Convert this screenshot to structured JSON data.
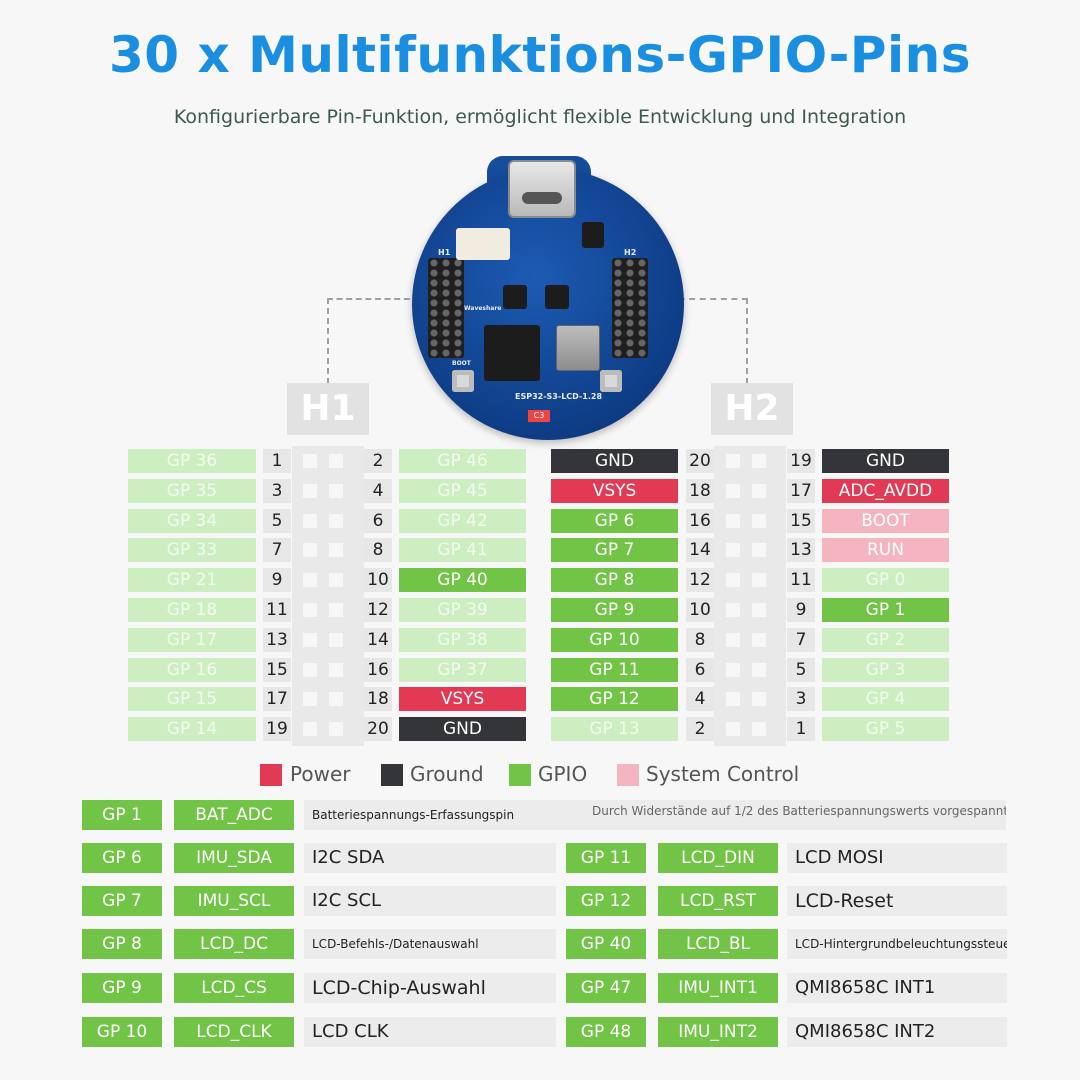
{
  "title": "30 x Multifunktions-GPIO-Pins",
  "subtitle": "Konfigurierbare Pin-Funktion, ermöglicht flexible Entwicklung und Integration",
  "board": {
    "silk_h1": "H1",
    "silk_h2": "H2",
    "silk_brand": "Waveshare",
    "silk_model": "ESP32-S3-LCD-1.28",
    "silk_boot": "BOOT",
    "silk_c3": "C3"
  },
  "headers": {
    "h1": "H1",
    "h2": "H2"
  },
  "colors": {
    "power": "#e23a55",
    "ground": "#333538",
    "gpio": "#72c447",
    "gpio_inactive": "#cdeec0",
    "system_control": "#f4b5c0",
    "title": "#1a8ee0"
  },
  "h1_rows": [
    {
      "left": "GP 36",
      "lnum": "1",
      "rnum": "2",
      "right": "GP 46",
      "ltype": "gpio-light",
      "rtype": "gpio-light"
    },
    {
      "left": "GP 35",
      "lnum": "3",
      "rnum": "4",
      "right": "GP 45",
      "ltype": "gpio-light",
      "rtype": "gpio-light"
    },
    {
      "left": "GP 34",
      "lnum": "5",
      "rnum": "6",
      "right": "GP 42",
      "ltype": "gpio-light",
      "rtype": "gpio-light"
    },
    {
      "left": "GP 33",
      "lnum": "7",
      "rnum": "8",
      "right": "GP 41",
      "ltype": "gpio-light",
      "rtype": "gpio-light"
    },
    {
      "left": "GP 21",
      "lnum": "9",
      "rnum": "10",
      "right": "GP 40",
      "ltype": "gpio-light",
      "rtype": "gpio"
    },
    {
      "left": "GP 18",
      "lnum": "11",
      "rnum": "12",
      "right": "GP 39",
      "ltype": "gpio-light",
      "rtype": "gpio-light"
    },
    {
      "left": "GP 17",
      "lnum": "13",
      "rnum": "14",
      "right": "GP 38",
      "ltype": "gpio-light",
      "rtype": "gpio-light"
    },
    {
      "left": "GP 16",
      "lnum": "15",
      "rnum": "16",
      "right": "GP 37",
      "ltype": "gpio-light",
      "rtype": "gpio-light"
    },
    {
      "left": "GP 15",
      "lnum": "17",
      "rnum": "18",
      "right": "VSYS",
      "ltype": "gpio-light",
      "rtype": "power"
    },
    {
      "left": "GP 14",
      "lnum": "19",
      "rnum": "20",
      "right": "GND",
      "ltype": "gpio-light",
      "rtype": "ground"
    }
  ],
  "h2_rows": [
    {
      "left": "GND",
      "lnum": "20",
      "rnum": "19",
      "right": "GND",
      "ltype": "ground",
      "rtype": "ground"
    },
    {
      "left": "VSYS",
      "lnum": "18",
      "rnum": "17",
      "right": "ADC_AVDD",
      "ltype": "power",
      "rtype": "power"
    },
    {
      "left": "GP 6",
      "lnum": "16",
      "rnum": "15",
      "right": "BOOT",
      "ltype": "gpio",
      "rtype": "sysctl"
    },
    {
      "left": "GP 7",
      "lnum": "14",
      "rnum": "13",
      "right": "RUN",
      "ltype": "gpio",
      "rtype": "sysctl"
    },
    {
      "left": "GP 8",
      "lnum": "12",
      "rnum": "11",
      "right": "GP 0",
      "ltype": "gpio",
      "rtype": "gpio-light"
    },
    {
      "left": "GP 9",
      "lnum": "10",
      "rnum": "9",
      "right": "GP 1",
      "ltype": "gpio",
      "rtype": "gpio"
    },
    {
      "left": "GP 10",
      "lnum": "8",
      "rnum": "7",
      "right": "GP 2",
      "ltype": "gpio",
      "rtype": "gpio-light"
    },
    {
      "left": "GP 11",
      "lnum": "6",
      "rnum": "5",
      "right": "GP 3",
      "ltype": "gpio",
      "rtype": "gpio-light"
    },
    {
      "left": "GP 12",
      "lnum": "4",
      "rnum": "3",
      "right": "GP 4",
      "ltype": "gpio",
      "rtype": "gpio-light"
    },
    {
      "left": "GP 13",
      "lnum": "2",
      "rnum": "1",
      "right": "GP 5",
      "ltype": "gpio-light",
      "rtype": "gpio-light"
    }
  ],
  "legend": {
    "power": "Power",
    "ground": "Ground",
    "gpio": "GPIO",
    "system_control": "System Control"
  },
  "functions": {
    "row0": {
      "pin": "GP 1",
      "func": "BAT_ADC",
      "desc": "Batteriespannungs-Erfassungspin",
      "note": "Durch Widerstände auf 1/2 des Batteriespannungswerts vorgespannt"
    },
    "left": [
      {
        "pin": "GP 6",
        "func": "IMU_SDA",
        "desc": "I2C SDA"
      },
      {
        "pin": "GP 7",
        "func": "IMU_SCL",
        "desc": "I2C SCL"
      },
      {
        "pin": "GP 8",
        "func": "LCD_DC",
        "desc": "LCD-Befehls-/Datenauswahl"
      },
      {
        "pin": "GP 9",
        "func": "LCD_CS",
        "desc": "LCD-Chip-Auswahl"
      },
      {
        "pin": "GP 10",
        "func": "LCD_CLK",
        "desc": "LCD CLK"
      }
    ],
    "right": [
      {
        "pin": "GP 11",
        "func": "LCD_DIN",
        "desc": "LCD MOSI"
      },
      {
        "pin": "GP 12",
        "func": "LCD_RST",
        "desc": "LCD-Reset"
      },
      {
        "pin": "GP 40",
        "func": "LCD_BL",
        "desc": "LCD-Hintergrundbeleuchtungssteuerung"
      },
      {
        "pin": "GP 47",
        "func": "IMU_INT1",
        "desc": "QMI8658C INT1"
      },
      {
        "pin": "GP 48",
        "func": "IMU_INT2",
        "desc": "QMI8658C INT2"
      }
    ]
  }
}
